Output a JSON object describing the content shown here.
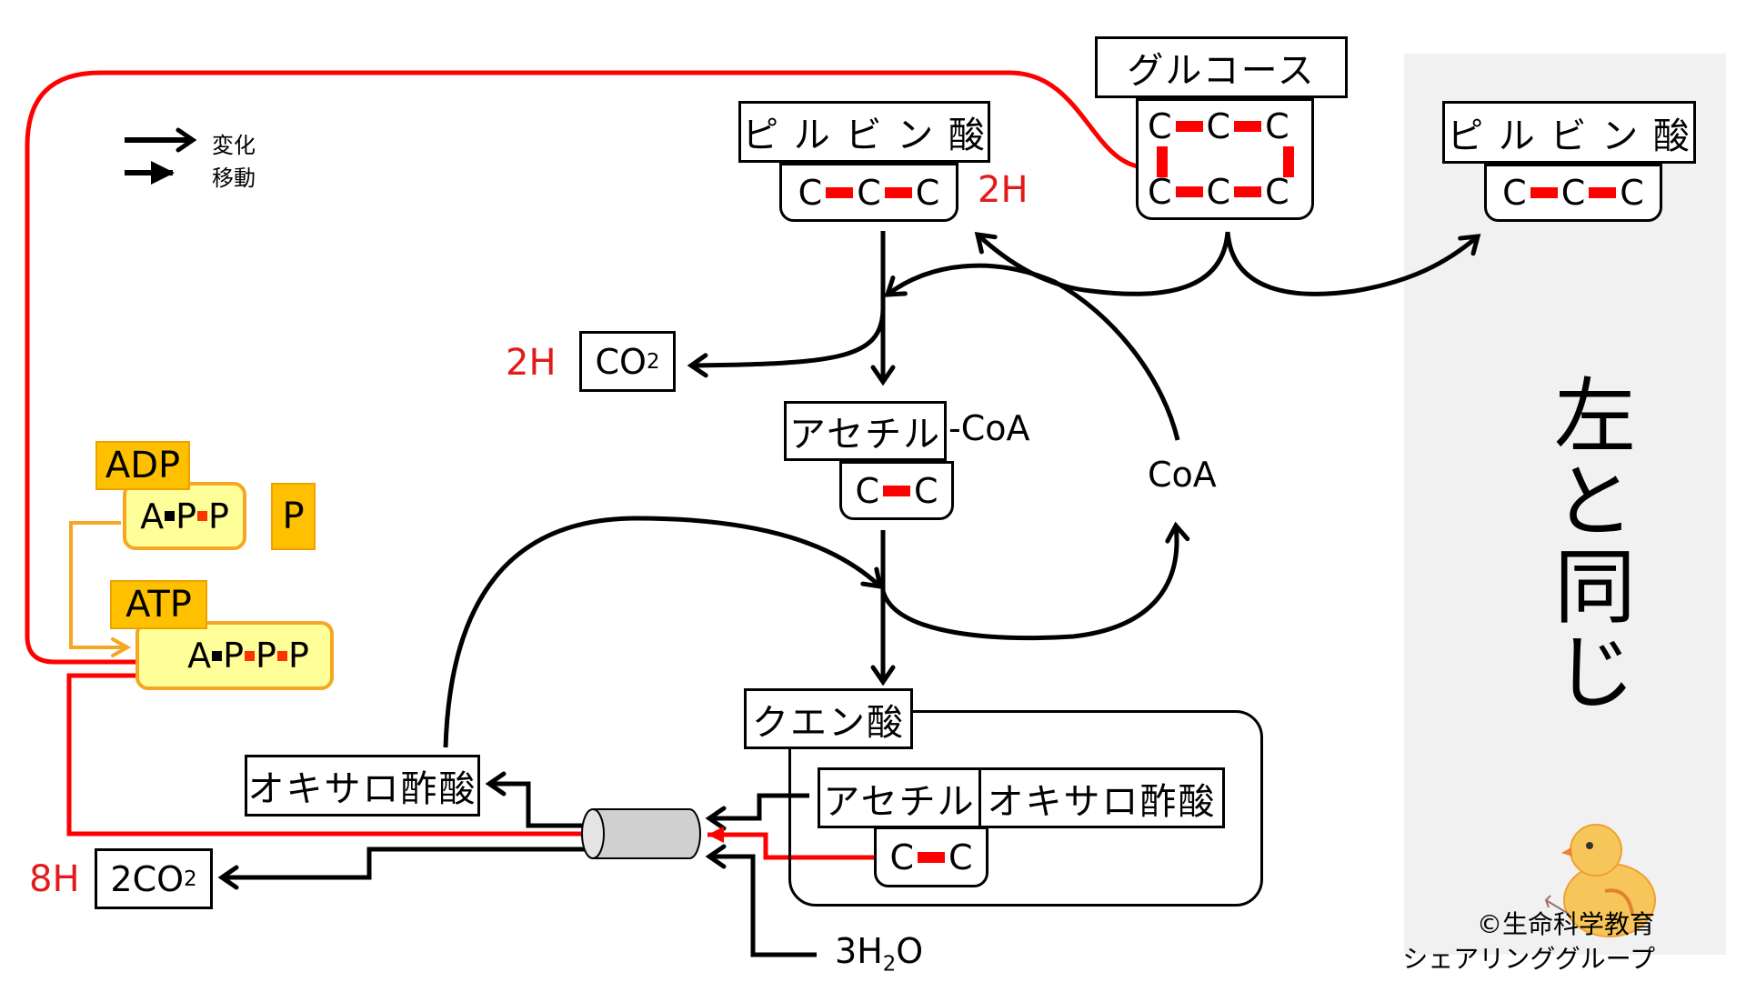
{
  "legend": {
    "items": [
      {
        "icon": "open-arrow-icon",
        "label": "変化"
      },
      {
        "icon": "filled-arrow-icon",
        "label": "移動"
      }
    ]
  },
  "glucose": {
    "label": "グルコース",
    "carbons_top": [
      "C",
      "C",
      "C"
    ],
    "carbons_bottom": [
      "C",
      "C",
      "C"
    ]
  },
  "pyruvate_left": {
    "label": "ピ ル ビ ン 酸",
    "carbons": [
      "C",
      "C",
      "C"
    ],
    "hydrogen": "2H"
  },
  "pyruvate_right": {
    "label": "ピ ル ビ ン 酸",
    "carbons": [
      "C",
      "C",
      "C"
    ]
  },
  "right_panel": {
    "text": "左と同じ"
  },
  "co2_first": {
    "formula": "CO",
    "subscript": "2",
    "hydrogen": "2H"
  },
  "acetyl_coa": {
    "label": "アセチル",
    "suffix": "-CoA",
    "carbons": [
      "C",
      "C"
    ]
  },
  "coa_label": "CoA",
  "citric_acid": {
    "label": "クエン酸",
    "acetyl": "アセチル",
    "oxaloacetate": "オキサロ酢酸",
    "carbons": [
      "C",
      "C"
    ]
  },
  "oxaloacetate": {
    "label": "オキサロ酢酸"
  },
  "co2_second": {
    "coefficient": "2",
    "formula": "CO",
    "subscript": "2",
    "hydrogen": "8H"
  },
  "water": {
    "coefficient": "3",
    "h": "H",
    "subscript": "2",
    "o": "O"
  },
  "adp": {
    "tag": "ADP",
    "parts": [
      "A",
      "P",
      "P"
    ],
    "phosphate": "P"
  },
  "atp": {
    "tag": "ATP",
    "parts": [
      "A",
      "P",
      "P",
      "P"
    ]
  },
  "copyright": {
    "line1": "©生命科学教育",
    "line2": "シェアリンググループ"
  },
  "colors": {
    "bond_red": "#ff0000",
    "hydrogen_red": "#e31a1a",
    "atp_orange": "#ffc000",
    "atp_fill": "#ffff99",
    "atp_border": "#f5a623",
    "panel_gray": "#f1f1f1"
  }
}
